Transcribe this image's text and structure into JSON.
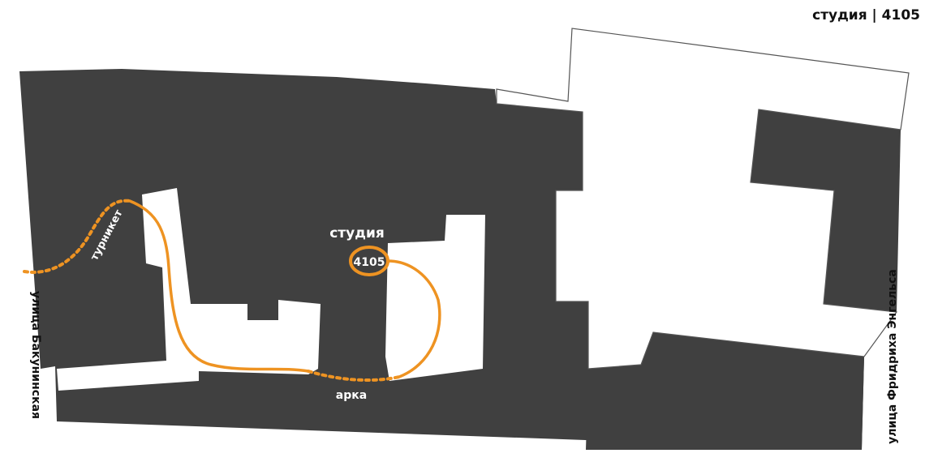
{
  "header": {
    "title": "студия | 4105"
  },
  "labels": {
    "studio": "студия",
    "room_number": "4105",
    "turnstile": "турникет",
    "arch": "арка",
    "street_left": "улица Бакунинская",
    "street_right": "улица Фридриха Энгельса"
  },
  "colors": {
    "building": "#404040",
    "courtyard": "#ffffff",
    "route": "#ee9322",
    "text_dark": "#111111",
    "text_light": "#ffffff"
  }
}
